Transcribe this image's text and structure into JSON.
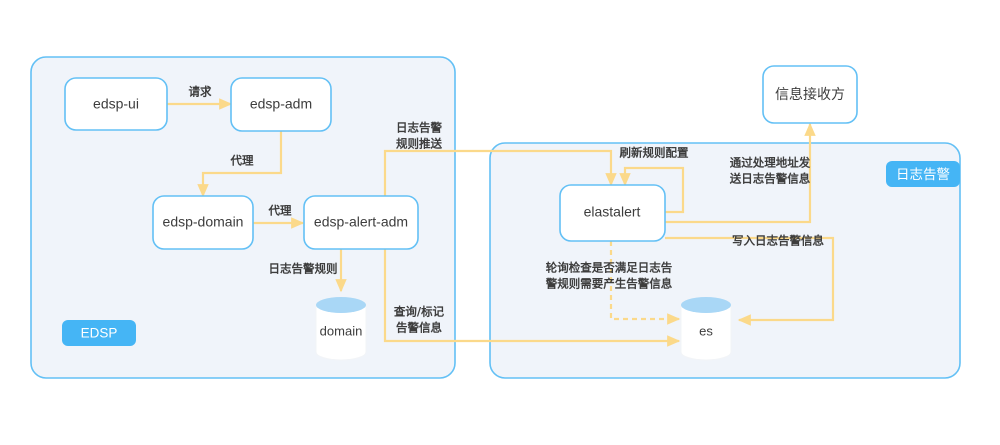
{
  "diagram": {
    "title": "EDSP 日志告警架构图",
    "colors": {
      "panel_fill": "#f0f4fa",
      "panel_stroke": "#63c0f5",
      "node_fill": "#ffffff",
      "node_stroke": "#63c0f5",
      "edge": "#fbd98a",
      "badge": "#45b5f5",
      "cylinder_top": "#a9d7f6",
      "text": "#3d3d3d",
      "background": "#ffffff"
    },
    "panels": [
      {
        "id": "edsp-panel",
        "badge": "EDSP",
        "badge_script": "latin"
      },
      {
        "id": "log-alert-panel",
        "badge": "日志告警",
        "badge_script": "cjk"
      }
    ],
    "nodes": [
      {
        "id": "edsp-ui",
        "label": "edsp-ui",
        "script": "latin",
        "shape": "rounded-rect"
      },
      {
        "id": "edsp-adm",
        "label": "edsp-adm",
        "script": "latin",
        "shape": "rounded-rect"
      },
      {
        "id": "edsp-domain",
        "label": "edsp-domain",
        "script": "latin",
        "shape": "rounded-rect"
      },
      {
        "id": "edsp-alert-adm",
        "label": "edsp-alert-adm",
        "script": "latin",
        "shape": "rounded-rect"
      },
      {
        "id": "elastalert",
        "label": "elastalert",
        "script": "latin",
        "shape": "rounded-rect"
      },
      {
        "id": "receiver",
        "label": "信息接收方",
        "script": "cjk",
        "shape": "rounded-rect"
      },
      {
        "id": "domain-db",
        "label": "domain",
        "script": "latin",
        "shape": "cylinder"
      },
      {
        "id": "es-db",
        "label": "es",
        "script": "latin",
        "shape": "cylinder"
      }
    ],
    "edges": [
      {
        "id": "ui-to-adm",
        "from": "edsp-ui",
        "to": "edsp-adm",
        "label_lines": [
          "请求"
        ],
        "style": "solid"
      },
      {
        "id": "adm-to-domain",
        "from": "edsp-adm",
        "to": "edsp-domain",
        "label_lines": [
          "代理"
        ],
        "style": "solid"
      },
      {
        "id": "domain-to-alert-adm",
        "from": "edsp-domain",
        "to": "edsp-alert-adm",
        "label_lines": [
          "代理"
        ],
        "style": "solid"
      },
      {
        "id": "alert-adm-to-domaindb",
        "from": "edsp-alert-adm",
        "to": "domain-db",
        "label_lines": [
          "日志告警规则"
        ],
        "style": "solid"
      },
      {
        "id": "alert-adm-to-elastalert",
        "from": "edsp-alert-adm",
        "to": "elastalert",
        "label_lines": [
          "日志告警",
          "规则推送"
        ],
        "style": "solid"
      },
      {
        "id": "alert-adm-to-es",
        "from": "edsp-alert-adm",
        "to": "es-db",
        "label_lines": [
          "查询/标记",
          "告警信息"
        ],
        "style": "solid"
      },
      {
        "id": "elastalert-self",
        "from": "elastalert",
        "to": "elastalert",
        "label_lines": [
          "刷新规则配置"
        ],
        "style": "solid"
      },
      {
        "id": "elastalert-to-receiver",
        "from": "elastalert",
        "to": "receiver",
        "label_lines": [
          "通过处理地址发",
          "送日志告警信息"
        ],
        "style": "solid"
      },
      {
        "id": "elastalert-to-es-write",
        "from": "elastalert",
        "to": "es-db",
        "label_lines": [
          "写入日志告警信息"
        ],
        "style": "solid"
      },
      {
        "id": "elastalert-poll-es",
        "from": "elastalert",
        "to": "es-db",
        "label_lines": [
          "轮询检查是否满足日志告",
          "警规则需要产生告警信息"
        ],
        "style": "dashed"
      }
    ]
  }
}
